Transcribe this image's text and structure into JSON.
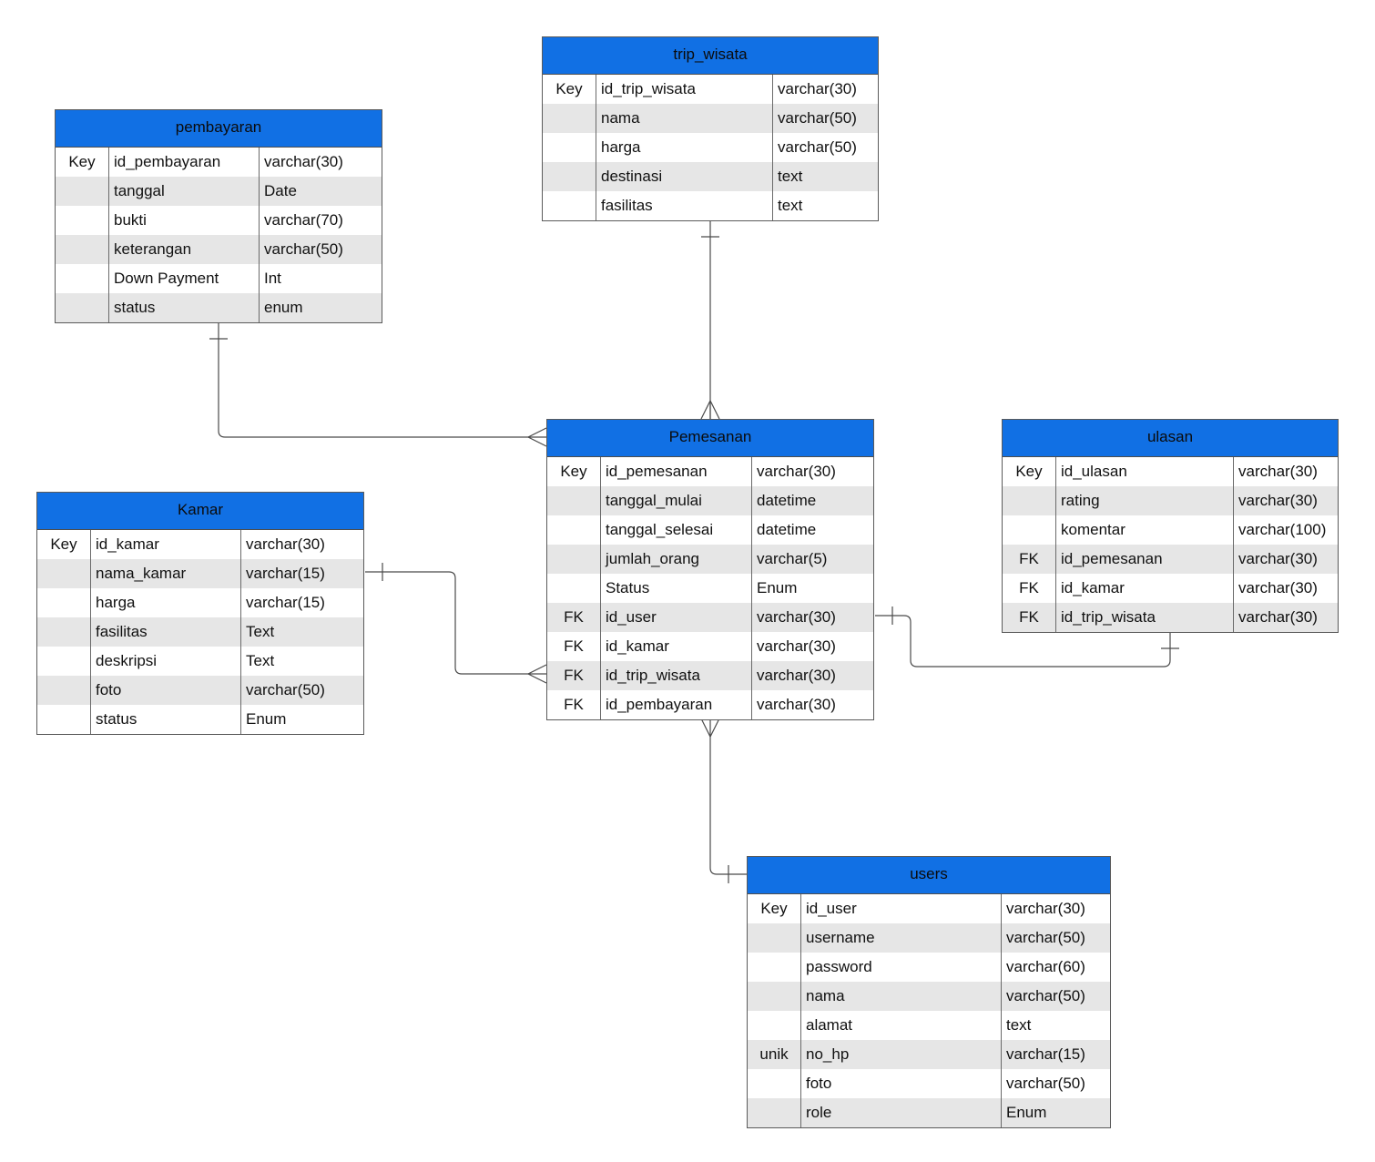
{
  "diagram": {
    "colors": {
      "header": "#1170e4",
      "alt_row": "#e6e6e6",
      "line": "#4a4a4a"
    },
    "entities": [
      {
        "id": "pembayaran",
        "title": "pembayaran",
        "rows": [
          {
            "key": "Key",
            "name": "id_pembayaran",
            "type": "varchar(30)"
          },
          {
            "key": "",
            "name": "tanggal",
            "type": "Date"
          },
          {
            "key": "",
            "name": "bukti",
            "type": "varchar(70)"
          },
          {
            "key": "",
            "name": "keterangan",
            "type": "varchar(50)"
          },
          {
            "key": "",
            "name": "Down Payment",
            "type": "Int"
          },
          {
            "key": "",
            "name": "status",
            "type": "enum"
          }
        ]
      },
      {
        "id": "trip-wisata",
        "title": "trip_wisata",
        "rows": [
          {
            "key": "Key",
            "name": "id_trip_wisata",
            "type": "varchar(30)"
          },
          {
            "key": "",
            "name": "nama",
            "type": "varchar(50)"
          },
          {
            "key": "",
            "name": "harga",
            "type": "varchar(50)"
          },
          {
            "key": "",
            "name": "destinasi",
            "type": "text"
          },
          {
            "key": "",
            "name": "fasilitas",
            "type": "text"
          }
        ]
      },
      {
        "id": "kamar",
        "title": "Kamar",
        "rows": [
          {
            "key": "Key",
            "name": "id_kamar",
            "type": "varchar(30)"
          },
          {
            "key": "",
            "name": "nama_kamar",
            "type": "varchar(15)"
          },
          {
            "key": "",
            "name": "harga",
            "type": "varchar(15)"
          },
          {
            "key": "",
            "name": "fasilitas",
            "type": "Text"
          },
          {
            "key": "",
            "name": "deskripsi",
            "type": "Text"
          },
          {
            "key": "",
            "name": "foto",
            "type": "varchar(50)"
          },
          {
            "key": "",
            "name": "status",
            "type": "Enum"
          }
        ]
      },
      {
        "id": "pemesanan",
        "title": "Pemesanan",
        "rows": [
          {
            "key": "Key",
            "name": "id_pemesanan",
            "type": "varchar(30)"
          },
          {
            "key": "",
            "name": "tanggal_mulai",
            "type": "datetime"
          },
          {
            "key": "",
            "name": "tanggal_selesai",
            "type": "datetime"
          },
          {
            "key": "",
            "name": "jumlah_orang",
            "type": "varchar(5)"
          },
          {
            "key": "",
            "name": "Status",
            "type": "Enum"
          },
          {
            "key": "FK",
            "name": "id_user",
            "type": "varchar(30)"
          },
          {
            "key": "FK",
            "name": "id_kamar",
            "type": "varchar(30)"
          },
          {
            "key": "FK",
            "name": "id_trip_wisata",
            "type": "varchar(30)"
          },
          {
            "key": "FK",
            "name": "id_pembayaran",
            "type": "varchar(30)"
          }
        ]
      },
      {
        "id": "ulasan",
        "title": "ulasan",
        "rows": [
          {
            "key": "Key",
            "name": "id_ulasan",
            "type": "varchar(30)"
          },
          {
            "key": "",
            "name": "rating",
            "type": "varchar(30)"
          },
          {
            "key": "",
            "name": "komentar",
            "type": "varchar(100)"
          },
          {
            "key": "FK",
            "name": "id_pemesanan",
            "type": "varchar(30)"
          },
          {
            "key": "FK",
            "name": "id_kamar",
            "type": "varchar(30)"
          },
          {
            "key": "FK",
            "name": "id_trip_wisata",
            "type": "varchar(30)"
          }
        ]
      },
      {
        "id": "users",
        "title": "users",
        "rows": [
          {
            "key": "Key",
            "name": "id_user",
            "type": "varchar(30)"
          },
          {
            "key": "",
            "name": "username",
            "type": "varchar(50)"
          },
          {
            "key": "",
            "name": "password",
            "type": "varchar(60)"
          },
          {
            "key": "",
            "name": "nama",
            "type": "varchar(50)"
          },
          {
            "key": "",
            "name": "alamat",
            "type": "text"
          },
          {
            "key": "unik",
            "name": "no_hp",
            "type": "varchar(15)"
          },
          {
            "key": "",
            "name": "foto",
            "type": "varchar(50)"
          },
          {
            "key": "",
            "name": "role",
            "type": "Enum"
          }
        ]
      }
    ],
    "relationships": [
      {
        "from": "trip_wisata",
        "to": "Pemesanan",
        "from_end": "one",
        "to_end": "many"
      },
      {
        "from": "pembayaran",
        "to": "Pemesanan",
        "from_end": "one",
        "to_end": "many"
      },
      {
        "from": "Kamar",
        "to": "Pemesanan",
        "from_end": "one",
        "to_end": "many"
      },
      {
        "from": "Pemesanan",
        "to": "ulasan",
        "from_end": "one",
        "to_end": "one"
      },
      {
        "from": "Pemesanan",
        "to": "users",
        "from_end": "many",
        "to_end": "one"
      }
    ]
  }
}
